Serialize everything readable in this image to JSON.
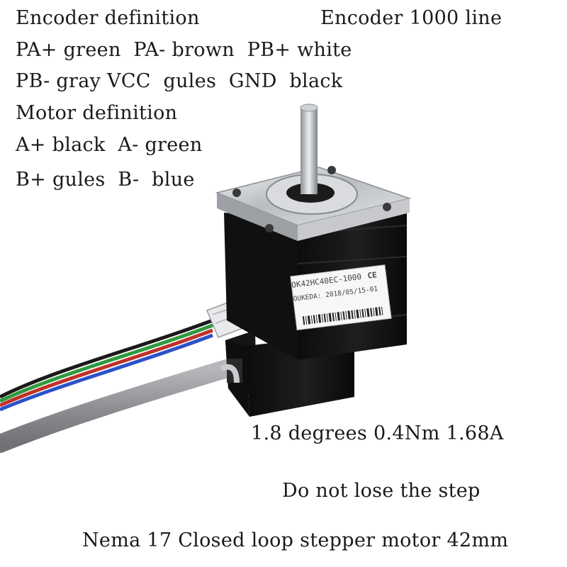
{
  "encoder": {
    "heading": "Encoder definition",
    "line_count": "Encoder 1000 line",
    "row1": "PA+ green  PA- brown  PB+ white",
    "row2": "PB- gray VCC  gules  GND  black"
  },
  "motor": {
    "heading": "Motor definition",
    "row1": "A+ black  A- green",
    "row2": "B+ gules  B-  blue"
  },
  "specs": {
    "ratings": "1.8 degrees 0.4Nm 1.68A",
    "tagline": "Do not lose the step",
    "product_title": "Nema 17 Closed loop stepper motor 42mm"
  },
  "label": {
    "model": "OK42HC40EC-1000",
    "ce_mark": "CE",
    "maker_date": "OUKEDA: 2018/05/15-01"
  },
  "wires": {
    "colors": [
      "#1a1a1a",
      "#2e9a3c",
      "#c0302a",
      "#2b52c8"
    ]
  }
}
